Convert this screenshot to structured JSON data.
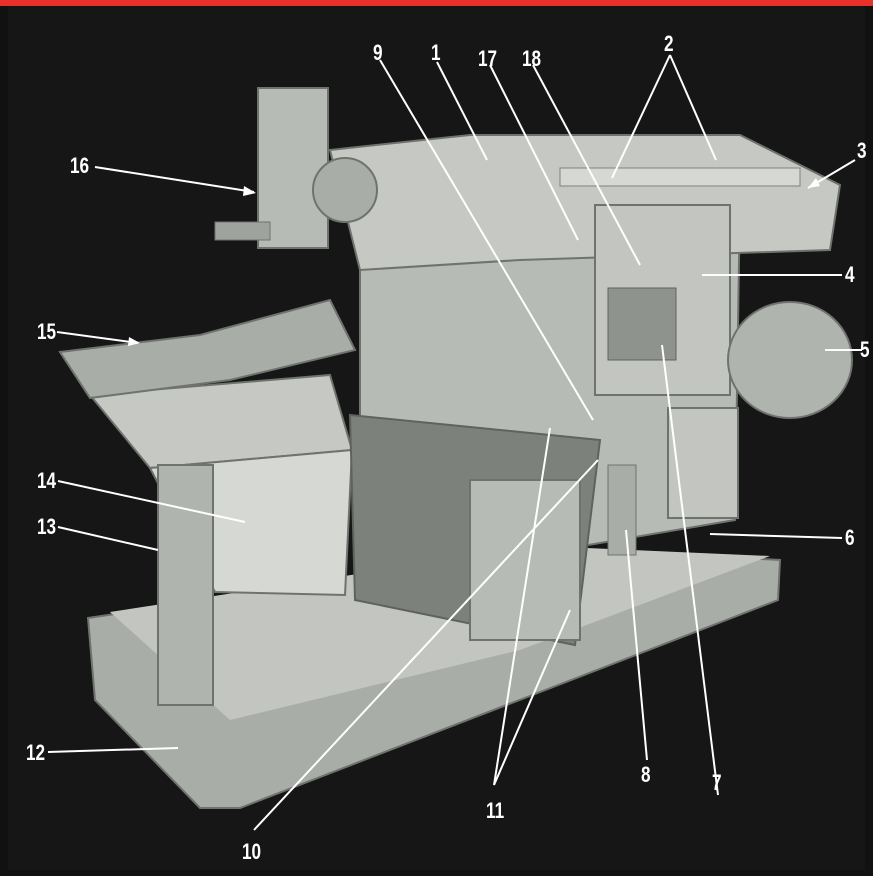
{
  "colors": {
    "top_bar": "#e8312a",
    "background": "#161616",
    "machine_body": "#b7bbb5",
    "machine_shadow": "#7d817c",
    "machine_highlight": "#d6d9d3",
    "leader_line": "#ffffff"
  },
  "callouts": [
    {
      "id": "c1",
      "label": "1"
    },
    {
      "id": "c2",
      "label": "2"
    },
    {
      "id": "c3",
      "label": "3"
    },
    {
      "id": "c4",
      "label": "4"
    },
    {
      "id": "c5",
      "label": "5"
    },
    {
      "id": "c6",
      "label": "6"
    },
    {
      "id": "c7",
      "label": "7"
    },
    {
      "id": "c8",
      "label": "8"
    },
    {
      "id": "c9",
      "label": "9"
    },
    {
      "id": "c10",
      "label": "10"
    },
    {
      "id": "c11",
      "label": "11"
    },
    {
      "id": "c12",
      "label": "12"
    },
    {
      "id": "c13",
      "label": "13"
    },
    {
      "id": "c14",
      "label": "14"
    },
    {
      "id": "c15",
      "label": "15"
    },
    {
      "id": "c16",
      "label": "16"
    },
    {
      "id": "c17",
      "label": "17"
    },
    {
      "id": "c18",
      "label": "18"
    }
  ]
}
